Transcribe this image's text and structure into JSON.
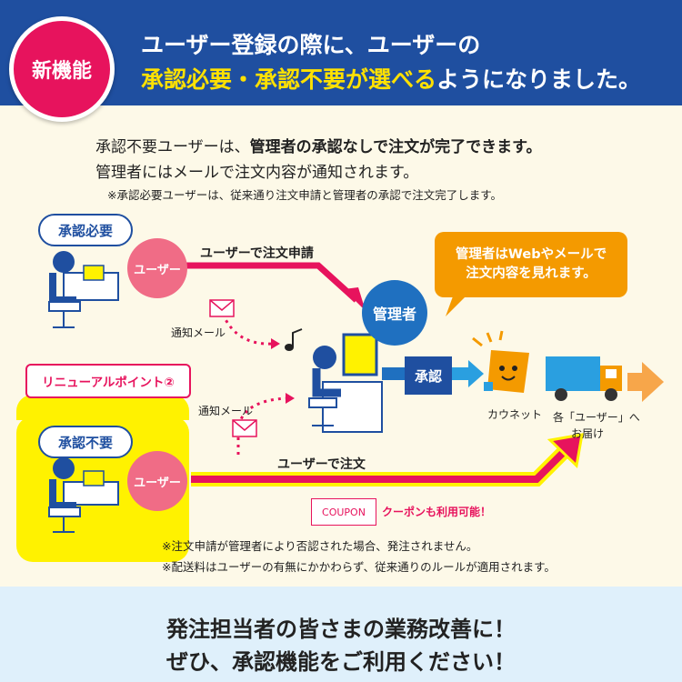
{
  "header": {
    "badge": "新機能",
    "line1": "ユーザー登録の際に、ユーザーの",
    "line2_highlight": "承認必要・承認不要が選べる",
    "line2_rest": "ようになりました。"
  },
  "intro": {
    "line1_a": "承認不要ユーザーは、",
    "line1_b": "管理者の承認なしで注文が完了できます。",
    "line2": "管理者にはメールで注文内容が通知されます。",
    "line3": "※承認必要ユーザーは、従来通り注文申請と管理者の承認で注文完了します。"
  },
  "flow": {
    "approval_required_label": "承認必要",
    "approval_not_required_label": "承認不要",
    "user_label": "ユーザー",
    "user_label_2": "ユーザー",
    "order_request": "ユーザーで注文申請",
    "order": "ユーザーで注文",
    "notify_mail_1": "通知メール",
    "notify_mail_2": "通知メール",
    "admin": "管理者",
    "callout_line1": "管理者はWebやメールで",
    "callout_line2": "注文内容を見れます。",
    "approve": "承認",
    "kaunet": "カウネット",
    "delivery_line1": "各「ユーザー」へ",
    "delivery_line2": "お届け",
    "renewal_point": "リニューアルポイント②",
    "coupon": "COUPON",
    "coupon_text": "クーポンも利用可能！"
  },
  "notes": {
    "note1": "※注文申請が管理者により否認された場合、発注されません。",
    "note2": "※配送料はユーザーの有無にかかわらず、従来通りのルールが適用されます。"
  },
  "footer": {
    "line1": "発注担当者の皆さまの業務改善に！",
    "line2": "ぜひ、承認機能をご利用ください！"
  },
  "colors": {
    "blue": "#1f4fa0",
    "pink": "#e7135d",
    "yellow": "#fff200",
    "orange": "#f49a00"
  }
}
